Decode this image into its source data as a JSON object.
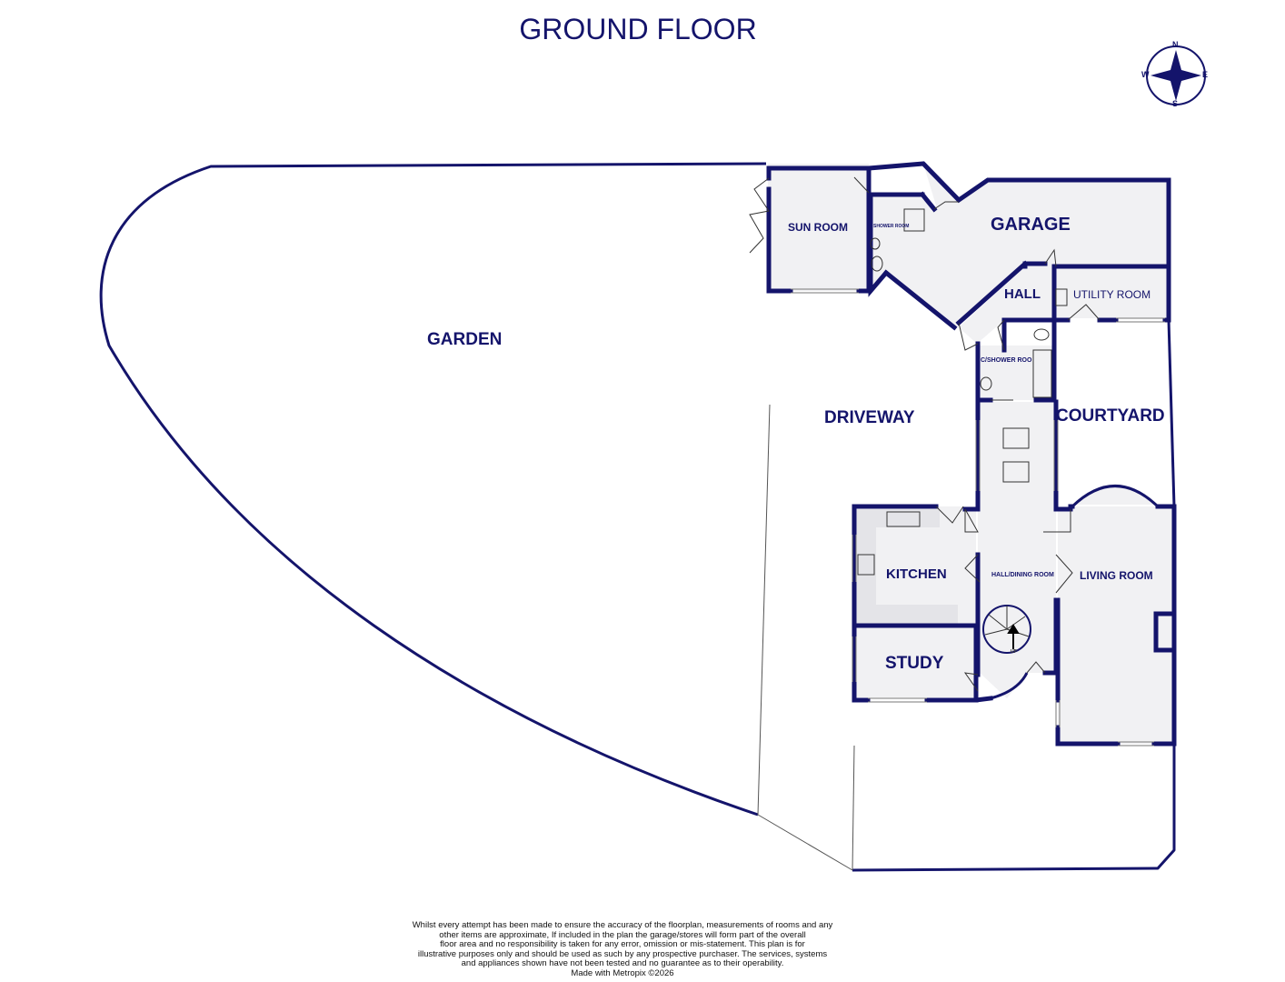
{
  "title": "GROUND FLOOR",
  "compass": {
    "icon": "compass-rose-icon",
    "n": "N",
    "e": "E",
    "s": "S",
    "w": "W"
  },
  "rooms": {
    "garden": "GARDEN",
    "sun_room": "SUN ROOM",
    "shower_room": "SHOWER ROOM",
    "garage": "GARAGE",
    "hall": "HALL",
    "utility_room": "UTILITY ROOM",
    "wc_shower_room": "C/SHOWER ROO",
    "driveway": "DRIVEWAY",
    "courtyard": "COURTYARD",
    "kitchen": "KITCHEN",
    "hall_dining_room": "HALL/DINING ROOM",
    "living_room": "LIVING ROOM",
    "study": "STUDY",
    "stairs_up": "UP"
  },
  "disclaimer": {
    "lines": [
      "Whilst every attempt has been made to ensure the accuracy of the floorplan, measurements of rooms and any",
      "other items are approximate, If included in the plan the garage/stores will form part of the overall",
      "floor area and no responsibility is taken for any error, omission or mis-statement. This plan is for",
      "illustrative purposes only and should be used as such by any prospective purchaser. The services, systems",
      "and appliances shown have not been tested and no guarantee as to their operability.",
      "Made with Metropix ©2026"
    ]
  },
  "colors": {
    "wall": "#14146b",
    "room_fill": "#f1f1f3",
    "line": "#555555"
  }
}
